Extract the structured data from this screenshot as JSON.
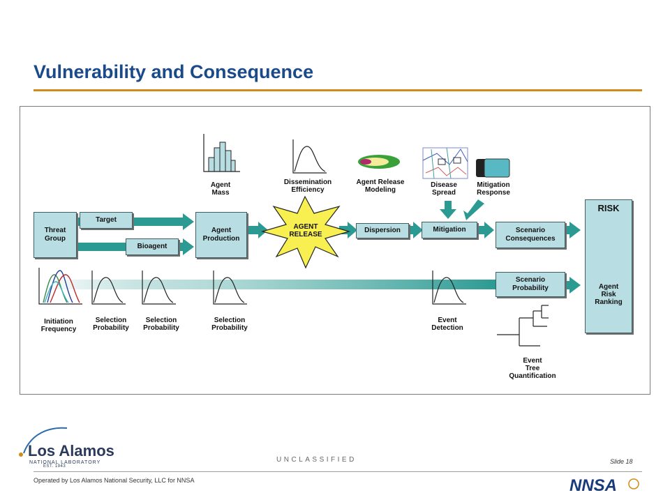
{
  "header": {
    "title": "Vulnerability and Consequence"
  },
  "diagram": {
    "boxes": {
      "threat_group": "Threat\nGroup",
      "target": "Target",
      "bioagent": "Bioagent",
      "agent_production": "Agent\nProduction",
      "dispersion": "Dispersion",
      "mitigation": "Mitigation",
      "scenario_consequences": "Scenario\nConsequences",
      "scenario_probability": "Scenario\nProbability"
    },
    "agent_release": "AGENT\nRELEASE",
    "risk": {
      "title": "RISK",
      "caption": "Agent\nRisk\nRanking"
    },
    "labels": {
      "agent_mass": "Agent\nMass",
      "dissemination_efficiency": "Dissemination\nEfficiency",
      "agent_release_modeling": "Agent Release\nModeling",
      "disease_spread": "Disease\nSpread",
      "mitigation_response": "Mitigation\nResponse",
      "initiation_frequency": "Initiation\nFrequency",
      "selection_probability_1": "Selection\nProbability",
      "selection_probability_2": "Selection\nProbability",
      "selection_probability_3": "Selection\nProbability",
      "event_detection": "Event\nDetection",
      "event_tree_quantification": "Event\nTree\nQuantification"
    }
  },
  "footer": {
    "classification": "UNCLASSIFIED",
    "slide": "Slide 18",
    "operated_by": "Operated by Los Alamos National Security, LLC for NNSA",
    "logo_main": "Los Alamos",
    "logo_sub": "NATIONAL LABORATORY",
    "logo_est": "EST. 1943",
    "nnsa": "NNSA"
  },
  "colors": {
    "title": "#1a4a8a",
    "accent_rule": "#d08b1a",
    "box_fill": "#b8dde3",
    "arrow_teal": "#2a9a92",
    "burst_yellow": "#f8f050"
  }
}
